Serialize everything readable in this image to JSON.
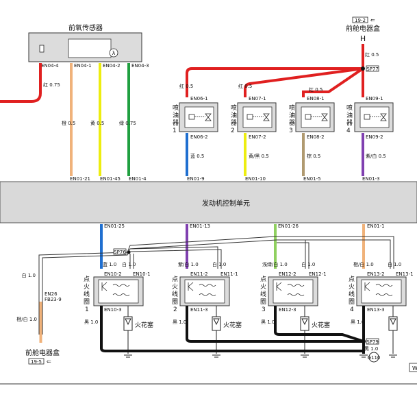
{
  "sensor": {
    "title": "前氧传感器",
    "pins": [
      "EN04-4",
      "EN04-1",
      "EN04-2",
      "EN04-3"
    ]
  },
  "fuse_box_top": {
    "ref": "19-2",
    "title": "前舱电器盒",
    "letter": "H"
  },
  "splices": {
    "top": "SP77",
    "mid": "SP76",
    "gnd": "SP79",
    "ground": "G110"
  },
  "ecu": {
    "title": "发动机控制单元",
    "top_pins": [
      "EN01-21",
      "EN01-45",
      "EN01-4",
      "EN01-9",
      "EN01-10",
      "EN01-5",
      "EN01-3"
    ],
    "bottom_pins": [
      "EN01-25",
      "EN01-13",
      "EN01-26",
      "EN01-1"
    ]
  },
  "injectors": [
    {
      "label": "喷油器1",
      "top": "EN06-1",
      "bottom": "EN06-2",
      "wire_top": "红 0.5",
      "wire_bottom": "蓝 0.5"
    },
    {
      "label": "喷油器2",
      "top": "EN07-1",
      "bottom": "EN07-2",
      "wire_top": "红 0.5",
      "wire_bottom": "黄/黑 0.5"
    },
    {
      "label": "喷油器3",
      "top": "EN08-1",
      "bottom": "EN08-2",
      "wire_top": "红 0.5",
      "wire_bottom": "棕 0.5"
    },
    {
      "label": "喷油器4",
      "top": "EN09-1",
      "bottom": "EN09-2",
      "wire_top": "红 0.5",
      "wire_bottom": "紫/白 0.5"
    }
  ],
  "coils": [
    {
      "label": "点火线圈1",
      "p2": "EN10-2",
      "p1": "EN10-1",
      "p3": "EN10-3",
      "w2": "蓝 1.0",
      "w1": "白 1.0",
      "w3": "黑 1.0"
    },
    {
      "label": "点火线圈2",
      "p2": "EN11-2",
      "p1": "EN11-1",
      "p3": "EN11-3",
      "w2": "紫/白 1.0",
      "w1": "白 1.0",
      "w3": "黑 1.0"
    },
    {
      "label": "点火线圈3",
      "p2": "EN12-2",
      "p1": "EN12-1",
      "p3": "EN12-3",
      "w2": "浅绿/白 1.0",
      "w1": "白 1.0",
      "w3": "黑 1.0"
    },
    {
      "label": "点火线圈4",
      "p2": "EN13-2",
      "p1": "EN13-1",
      "p3": "EN13-3",
      "w2": "橙/白 1.0",
      "w1": "白 1.0",
      "w3": "黑 1.0"
    }
  ],
  "spark_plug_label": "火花塞",
  "sensor_wires": [
    "红 0.75",
    "橙 0.5",
    "黄 0.5",
    "绿 0.75"
  ],
  "labels": {
    "top_red": "红 0.5",
    "red2": "红 0.5",
    "left_white": "白 1.0",
    "left_en26": "EN26",
    "left_fb": "FB23-9",
    "left_orange": "橙/白 1.0",
    "fuse_box_bottom": "前舱电器盒",
    "fuse_ref_bottom": "19-5",
    "gnd_wire": "黑 1.0",
    "edge_w": "W"
  }
}
